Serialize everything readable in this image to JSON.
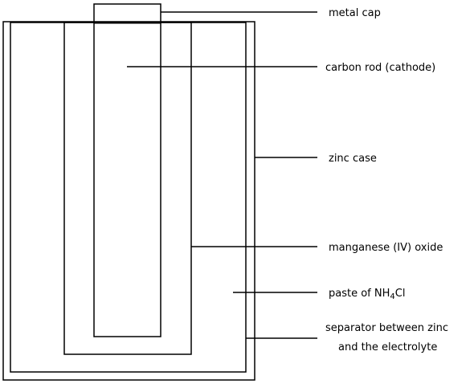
{
  "labels": {
    "metal_cap": "metal cap",
    "carbon_rod": "carbon rod (cathode)",
    "zinc_case": "zinc case",
    "manganese_oxide": "manganese (IV) oxide",
    "paste_prefix": "paste of NH",
    "paste_subscript": "4",
    "paste_suffix": "Cl",
    "separator_line1": "separator between zinc",
    "separator_line2": "and the electrolyte"
  }
}
